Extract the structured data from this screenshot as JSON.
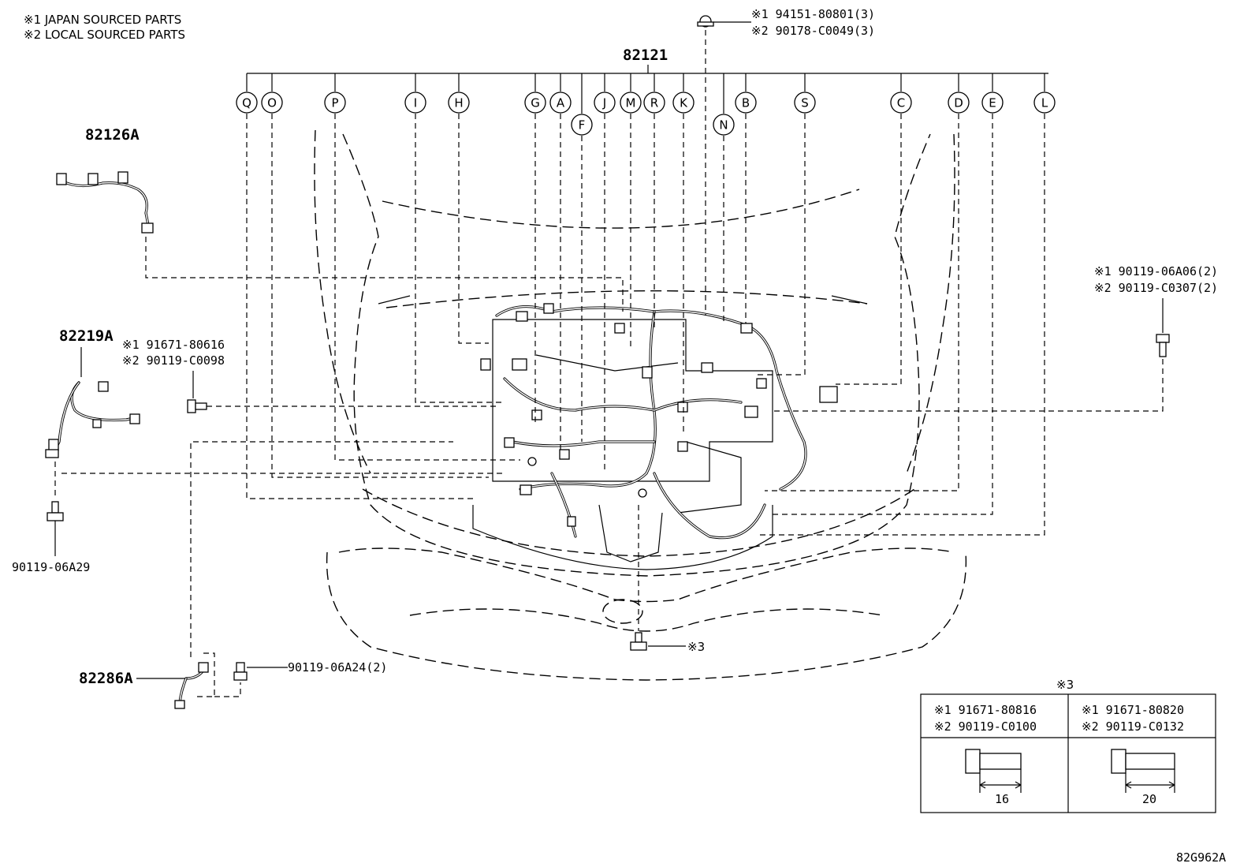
{
  "notes": {
    "line1": "※1 JAPAN SOURCED PARTS",
    "line2": "※2 LOCAL SOURCED PARTS"
  },
  "main_harness": {
    "part": "82121"
  },
  "callouts": [
    "Q",
    "O",
    "P",
    "I",
    "H",
    "G",
    "A",
    "F",
    "J",
    "M",
    "R",
    "K",
    "N",
    "B",
    "S",
    "C",
    "D",
    "E",
    "L"
  ],
  "parts": {
    "p82126A": "82126A",
    "p82219A": "82219A",
    "p82286A": "82286A",
    "top_clip": {
      "l1": "※1 94151-80801(3)",
      "l2": "※2 90178-C0049(3)"
    },
    "left_bolt": {
      "l1": "※1 91671-80616",
      "l2": "※2 90119-C0098"
    },
    "right_bolt": {
      "l1": "※1 90119-06A06(2)",
      "l2": "※2 90119-C0307(2)"
    },
    "bolt_06A29": "90119-06A29",
    "bolt_06A24": "90119-06A24(2)",
    "ref3": "※3"
  },
  "table": {
    "title": "※3",
    "col1": {
      "l1": "※1 91671-80816",
      "l2": "※2 90119-C0100",
      "dim": "16"
    },
    "col2": {
      "l1": "※1 91671-80820",
      "l2": "※2 90119-C0132",
      "dim": "20"
    }
  },
  "figure_id": "82G962A"
}
